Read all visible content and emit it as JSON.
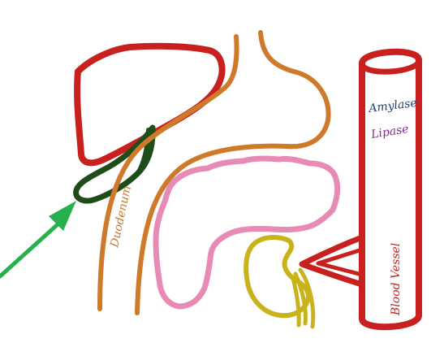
{
  "labels": {
    "duodenum": "Duodenum",
    "amylase": "Amylase",
    "lipase": "Lipase",
    "blood_vessel": "Blood Vessel"
  },
  "colors": {
    "liver": "#c8201e",
    "stomach_duodenum": "#cf7a2a",
    "gallbladder": "#1f4d1a",
    "pancreas": "#e88ab6",
    "kidney": "#c9b21a",
    "blood_vessel": "#c8201e",
    "arrow": "#27b14d",
    "amylase_text": "#1d3f7a",
    "lipase_text": "#7a2a93",
    "duodenum_text": "#c8792a",
    "vessel_text": "#c8201e"
  },
  "icons": {
    "arrow": "green-arrow-icon"
  }
}
